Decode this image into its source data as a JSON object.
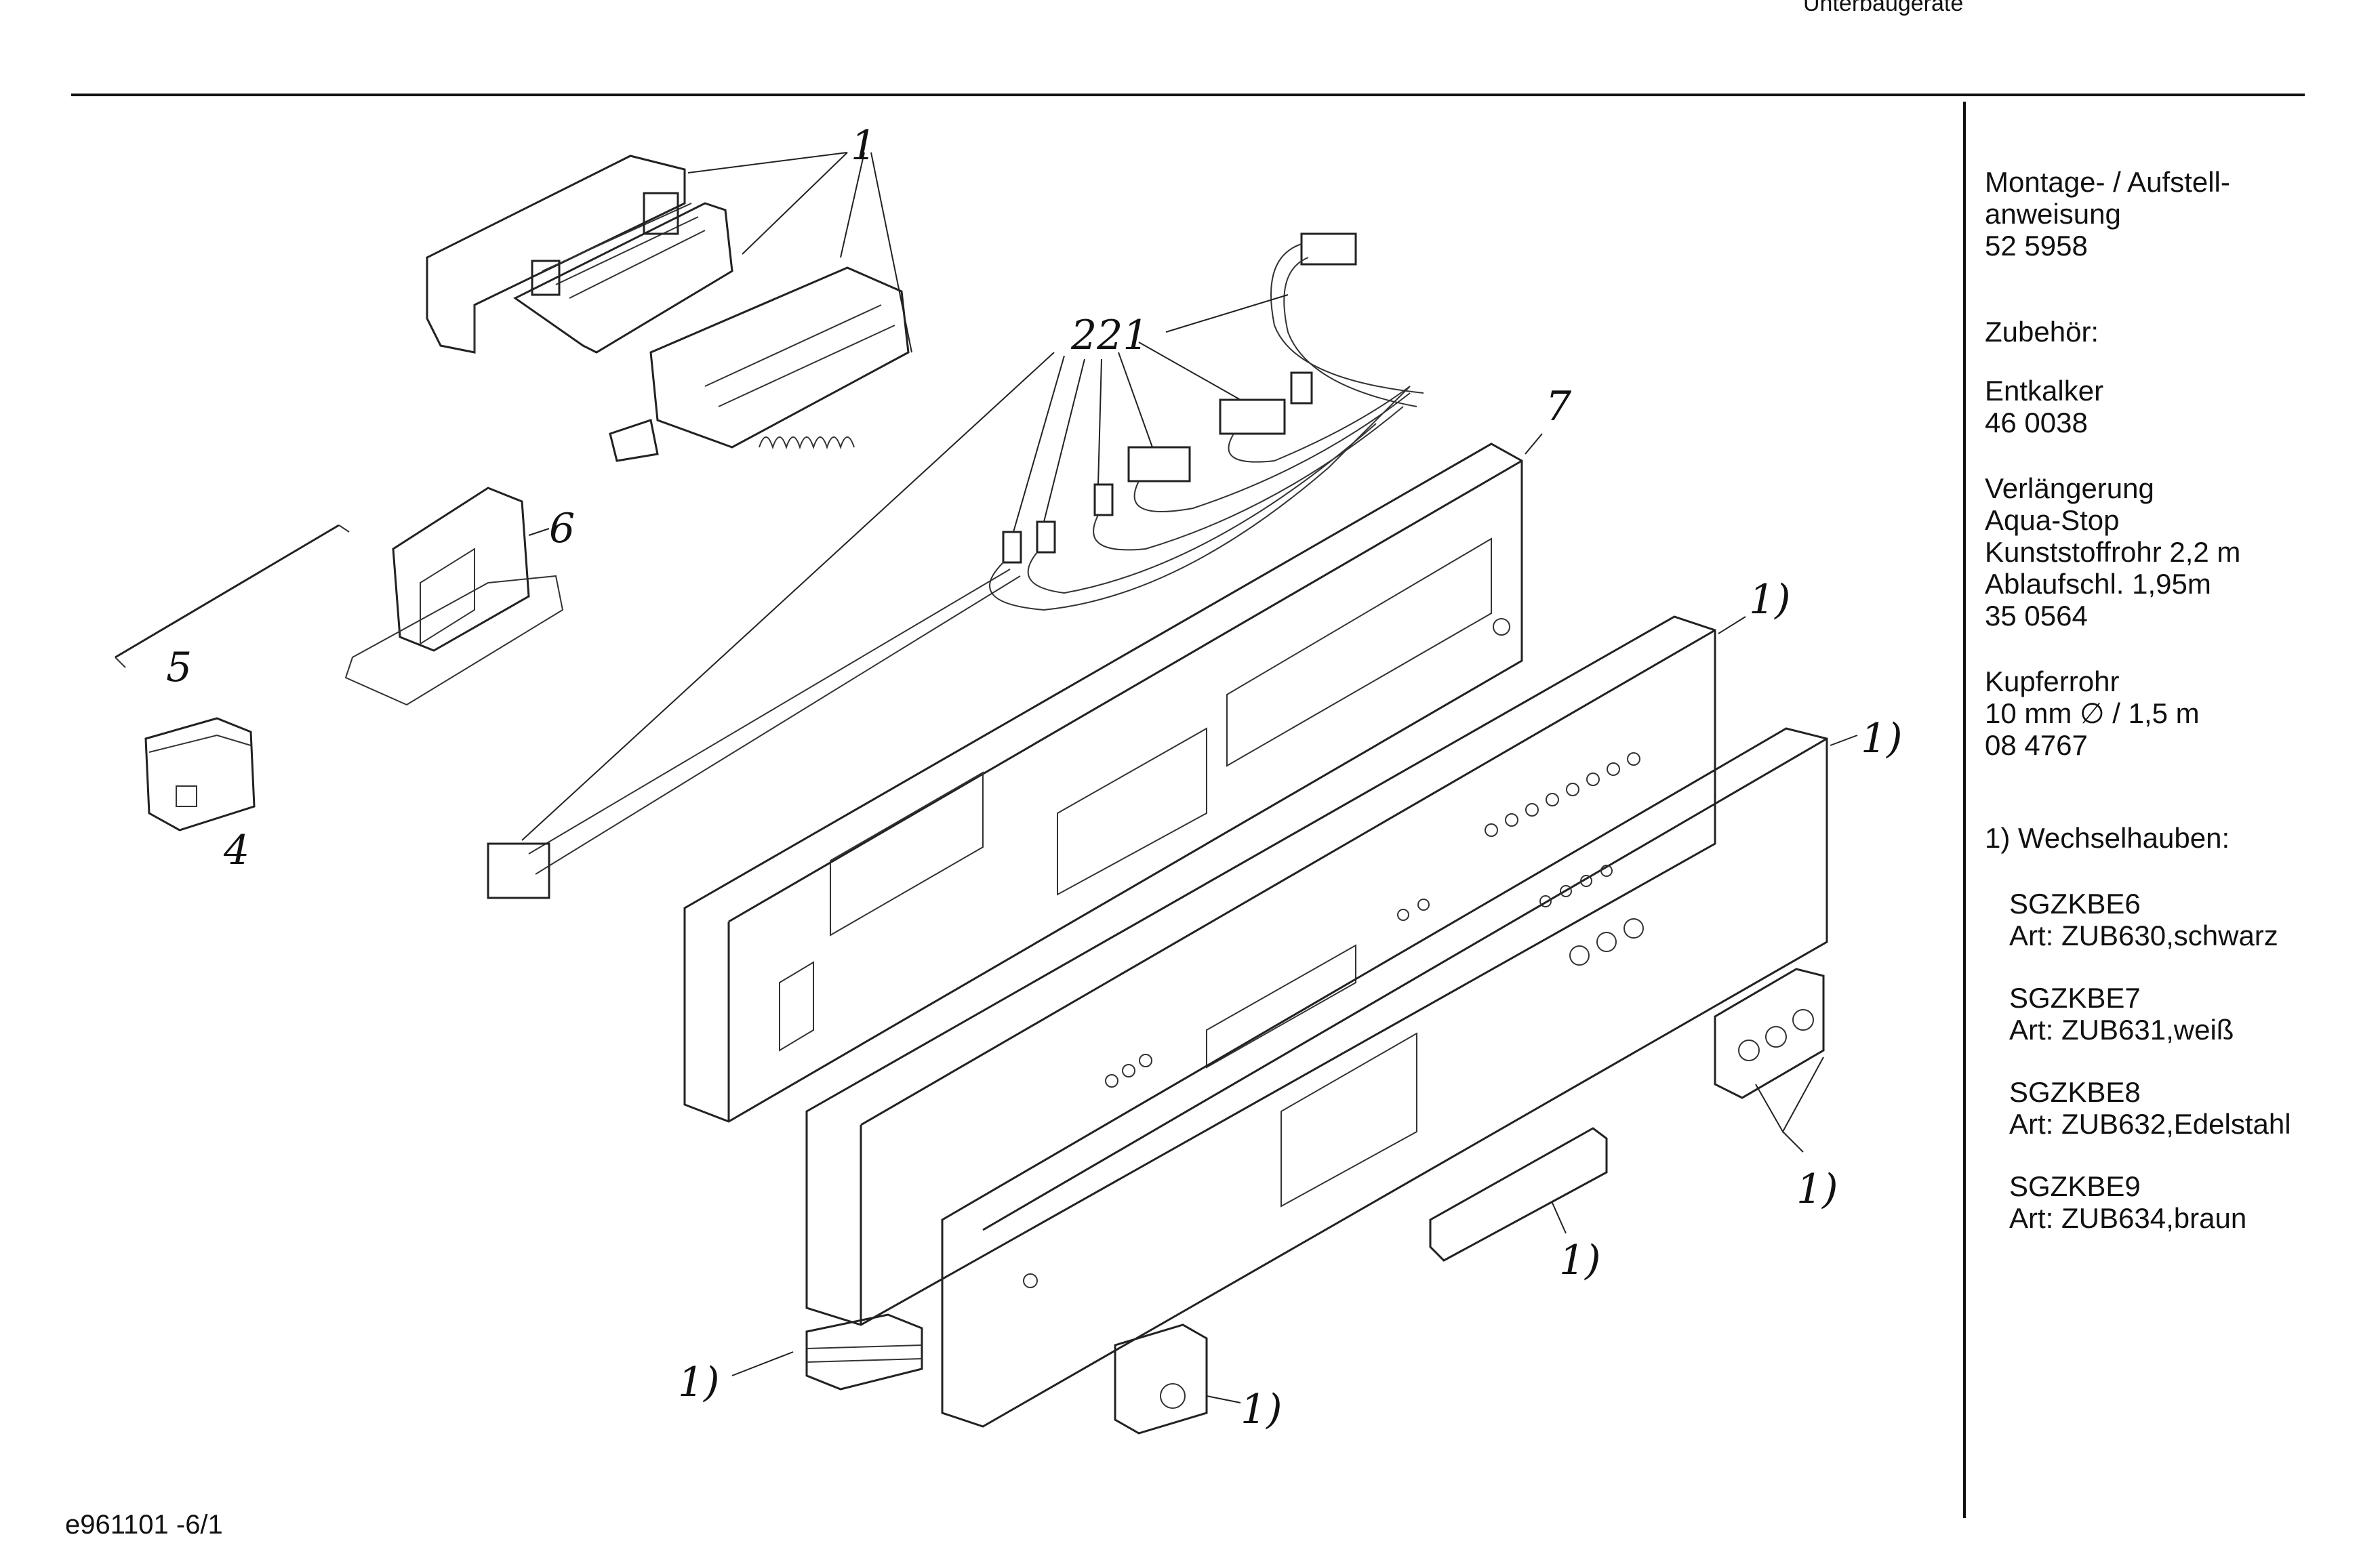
{
  "header": {
    "title": "Unterbaugeräte"
  },
  "sidebar": {
    "blocks": [
      [
        "Montage- / Aufstell-",
        "anweisung",
        "52 5958"
      ],
      [
        "Zubehör:"
      ],
      [
        "Entkalker",
        "46 0038"
      ],
      [
        "Verlängerung",
        "Aqua-Stop",
        "Kunststoffrohr 2,2 m",
        "Ablaufschl. 1,95m",
        "35 0564"
      ],
      [
        "Kupferrohr",
        "10 mm ∅ / 1,5 m",
        "08 4767"
      ],
      [
        "1) Wechselhauben:"
      ],
      [
        "SGZKBE6",
        "Art: ZUB630,schwarz"
      ],
      [
        "SGZKBE7",
        "Art: ZUB631,weiß"
      ],
      [
        "SGZKBE8",
        "Art: ZUB632,Edelstahl"
      ],
      [
        "SGZKBE9",
        "Art: ZUB634,braun"
      ]
    ]
  },
  "callouts": {
    "c1_top": "1",
    "c221": "221",
    "c7": "7",
    "c6": "6",
    "c5": "5",
    "c4": "4",
    "c1_a": "1)",
    "c1_b": "1)",
    "c1_c": "1)",
    "c1_d": "1)",
    "c1_e": "1)",
    "c1_f": "1)"
  },
  "footer": {
    "code": "e961101 -6/1"
  }
}
